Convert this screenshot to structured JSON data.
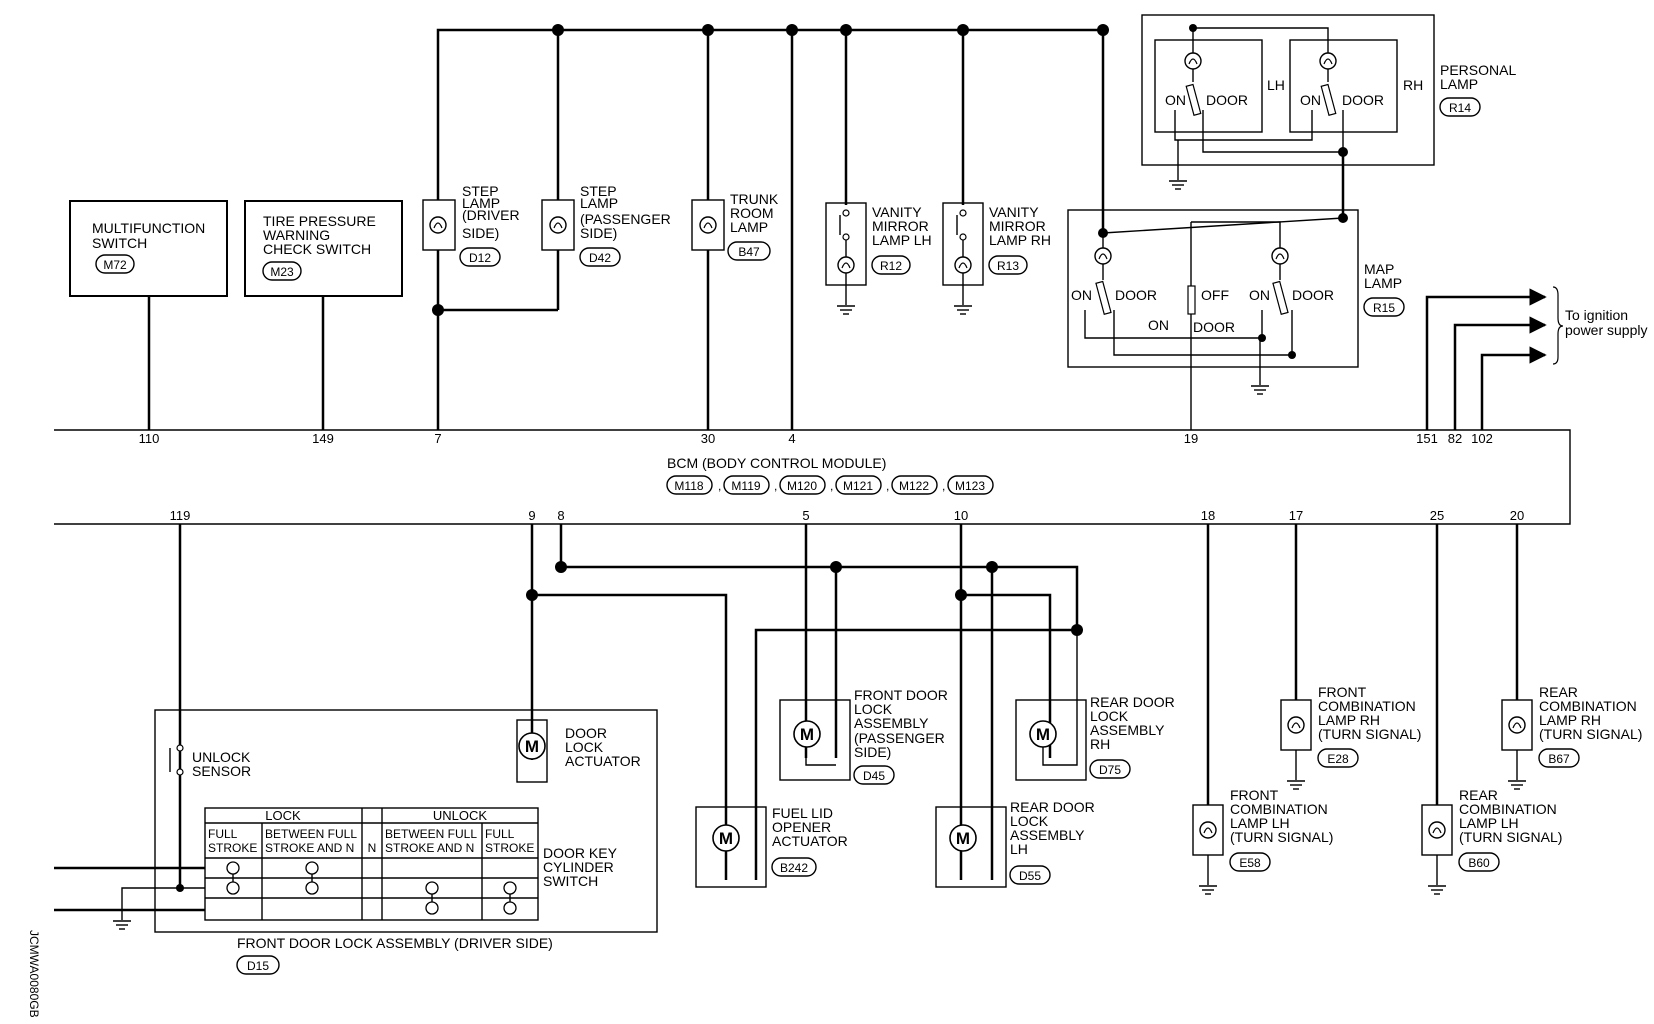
{
  "components": {
    "multifunction_switch": {
      "name": [
        "MULTIFUNCTION",
        "SWITCH"
      ],
      "connector": "M72"
    },
    "tire_pressure_switch": {
      "name": [
        "TIRE PRESSURE",
        "WARNING",
        "CHECK SWITCH"
      ],
      "connector": "M23"
    },
    "step_lamp_driver": {
      "name": [
        "STEP",
        "LAMP",
        "(DRIVER",
        "SIDE)"
      ],
      "connector": "D12"
    },
    "step_lamp_passenger": {
      "name": [
        "STEP",
        "LAMP",
        "(PASSENGER",
        "SIDE)"
      ],
      "connector": "D42"
    },
    "trunk_room_lamp": {
      "name": [
        "TRUNK",
        "ROOM",
        "LAMP"
      ],
      "connector": "B47"
    },
    "vanity_lh": {
      "name": [
        "VANITY",
        "MIRROR",
        "LAMP LH"
      ],
      "connector": "R12"
    },
    "vanity_rh": {
      "name": [
        "VANITY",
        "MIRROR",
        "LAMP RH"
      ],
      "connector": "R13"
    },
    "personal_lamp": {
      "name": [
        "PERSONAL",
        "LAMP"
      ],
      "connector": "R14",
      "lh": "LH",
      "rh": "RH",
      "on": "ON",
      "door": "DOOR"
    },
    "map_lamp": {
      "name": [
        "MAP",
        "LAMP"
      ],
      "connector": "R15",
      "on": "ON",
      "off": "OFF",
      "door": "DOOR"
    },
    "ignition_note": [
      "To ignition",
      "power supply"
    ],
    "bcm": {
      "name": "BCM (BODY CONTROL MODULE)",
      "connectors": [
        "M118",
        "M119",
        "M120",
        "M121",
        "M122",
        "M123"
      ],
      "top_pins": [
        "110",
        "149",
        "7",
        "30",
        "4",
        "19",
        "151",
        "82",
        "102"
      ],
      "bottom_pins": [
        "119",
        "9",
        "8",
        "5",
        "10",
        "18",
        "17",
        "25",
        "20"
      ]
    },
    "door_lock_actuator": {
      "name": [
        "DOOR",
        "LOCK",
        "ACTUATOR"
      ]
    },
    "unlock_sensor": {
      "name": [
        "UNLOCK",
        "SENSOR"
      ]
    },
    "front_door_lock_passenger": {
      "name": [
        "FRONT DOOR",
        "LOCK",
        "ASSEMBLY",
        "(PASSENGER",
        "SIDE)"
      ],
      "connector": "D45"
    },
    "rear_door_lock_rh": {
      "name": [
        "REAR DOOR",
        "LOCK",
        "ASSEMBLY",
        "RH"
      ],
      "connector": "D75"
    },
    "rear_door_lock_lh": {
      "name": [
        "REAR DOOR",
        "LOCK",
        "ASSEMBLY",
        "LH"
      ],
      "connector": "D55"
    },
    "fuel_lid": {
      "name": [
        "FUEL LID",
        "OPENER",
        "ACTUATOR"
      ],
      "connector": "B242"
    },
    "front_combo_rh": {
      "name": [
        "FRONT",
        "COMBINATION",
        "LAMP RH",
        "(TURN SIGNAL)"
      ],
      "connector": "E28"
    },
    "front_combo_lh": {
      "name": [
        "FRONT",
        "COMBINATION",
        "LAMP LH",
        "(TURN SIGNAL)"
      ],
      "connector": "E58"
    },
    "rear_combo_rh": {
      "name": [
        "REAR",
        "COMBINATION",
        "LAMP RH",
        "(TURN SIGNAL)"
      ],
      "connector": "B67"
    },
    "rear_combo_lh": {
      "name": [
        "REAR",
        "COMBINATION",
        "LAMP LH",
        "(TURN SIGNAL)"
      ],
      "connector": "B60"
    },
    "front_door_lock_driver": {
      "name": "FRONT DOOR LOCK ASSEMBLY (DRIVER SIDE)",
      "connector": "D15"
    },
    "key_cylinder": {
      "name": [
        "DOOR KEY",
        "CYLINDER",
        "SWITCH"
      ],
      "lock": "LOCK",
      "unlock": "UNLOCK",
      "n": "N",
      "full_stroke": [
        "FULL",
        "STROKE"
      ],
      "between": [
        "BETWEEN FULL",
        "STROKE AND N"
      ]
    }
  },
  "figure_code": "JCMWA0080GB"
}
